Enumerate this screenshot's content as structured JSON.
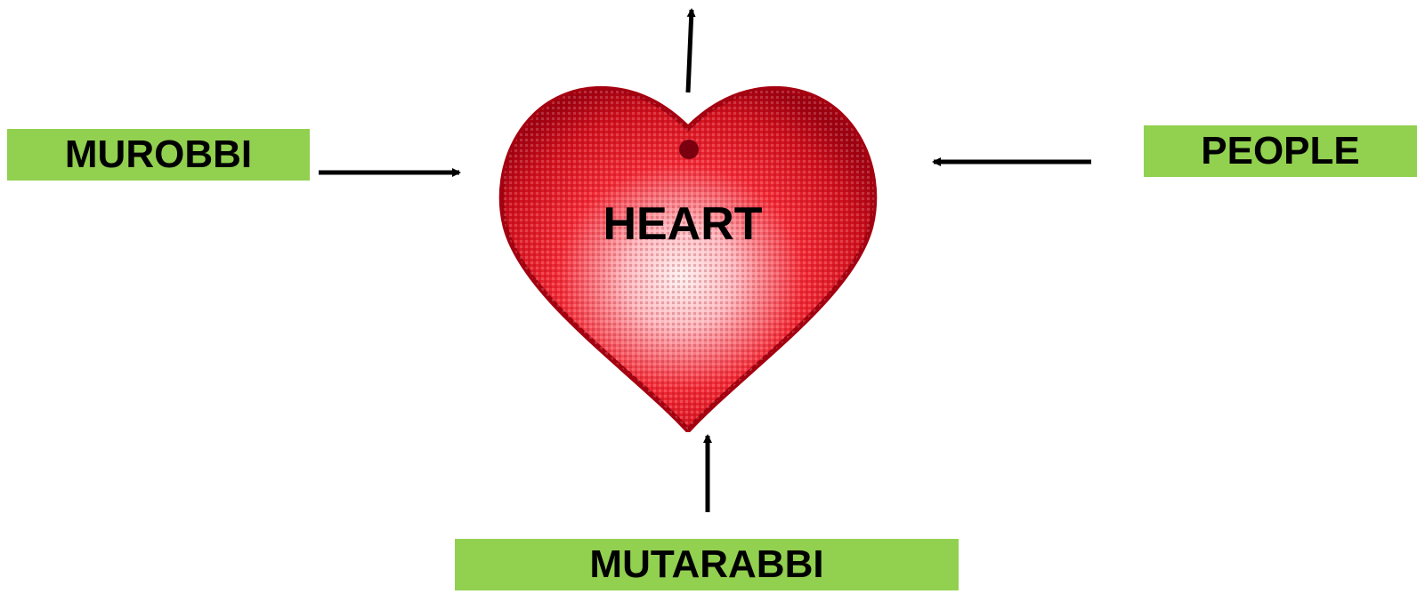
{
  "nodes": {
    "center": {
      "label": "HEART"
    },
    "left": {
      "label": "MUROBBI"
    },
    "right": {
      "label": "PEOPLE"
    },
    "bottom": {
      "label": "MUTARABBI"
    }
  },
  "colors": {
    "box_fill": "#92d050",
    "heart_dark": "#a50010",
    "heart_mid": "#e8101e",
    "heart_light": "#ffe6e6",
    "arrow": "#000000"
  },
  "arrows": [
    {
      "from": "MUROBBI",
      "to": "HEART"
    },
    {
      "from": "PEOPLE",
      "to": "HEART"
    },
    {
      "from": "MUTARABBI",
      "to": "HEART"
    },
    {
      "from": "HEART",
      "to": "up"
    }
  ]
}
